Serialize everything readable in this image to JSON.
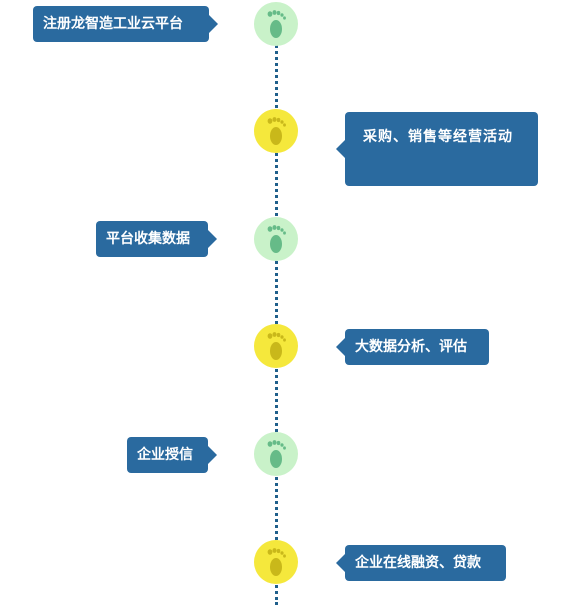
{
  "steps": [
    {
      "label": "注册龙智造工业云平台",
      "side": "left",
      "color": "green"
    },
    {
      "label": "采购、销售等经营活动",
      "side": "right",
      "color": "yellow"
    },
    {
      "label": "平台收集数据",
      "side": "left",
      "color": "green"
    },
    {
      "label": "大数据分析、评估",
      "side": "right",
      "color": "yellow"
    },
    {
      "label": "企业授信",
      "side": "left",
      "color": "green"
    },
    {
      "label": "企业在线融资、贷款",
      "side": "right",
      "color": "yellow"
    }
  ],
  "colors": {
    "bubble": "#2a6a9f",
    "line": "#1f5f8b",
    "green_node": "#c9f2c9",
    "green_foot": "#66bb88",
    "yellow_node": "#f5e83c",
    "yellow_foot": "#c9b81a"
  },
  "icons": {
    "node": "footprint-icon"
  }
}
